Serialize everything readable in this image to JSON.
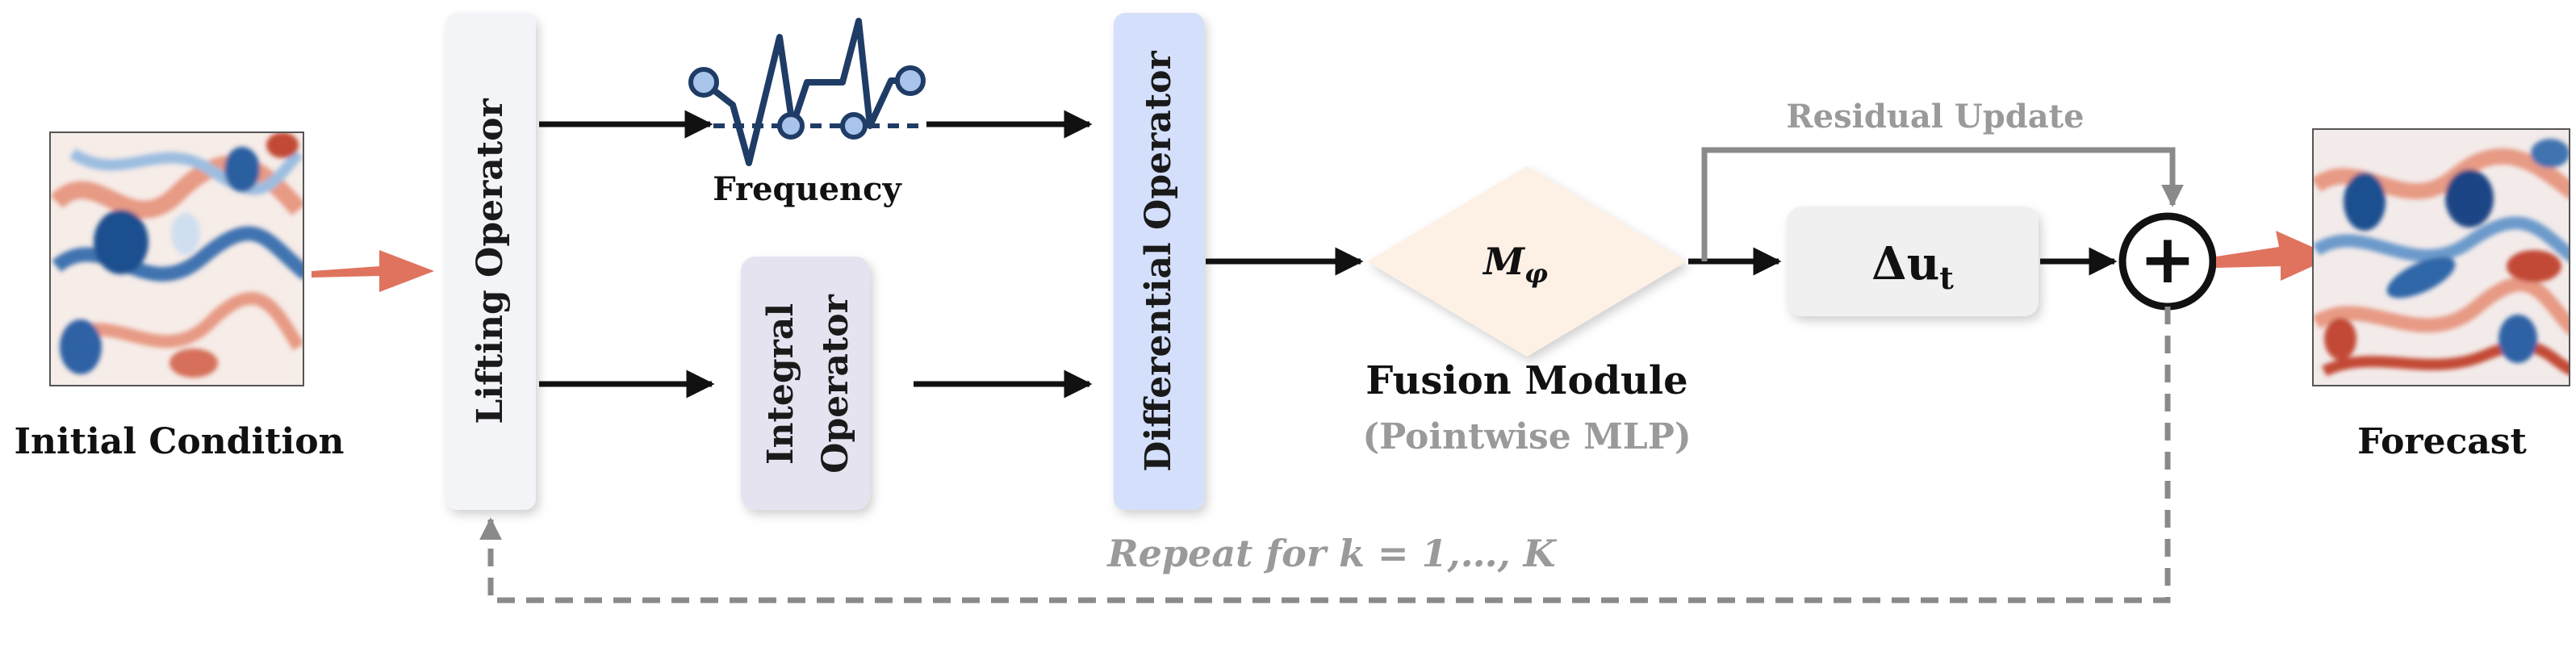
{
  "labels": {
    "initial_condition": "Initial Condition",
    "lifting_operator": "Lifting Operator",
    "frequency": "Frequency",
    "integral_operator_line1": "Integral",
    "integral_operator_line2": "Operator",
    "differential_operator": "Differential Operator",
    "fusion_symbol": "M",
    "fusion_symbol_sub": "φ",
    "fusion_module": "Fusion Module",
    "fusion_module_sub": "(Pointwise MLP)",
    "residual_update": "Residual Update",
    "delta_u": "Δu",
    "delta_u_sub": "t",
    "sum_symbol": "+",
    "forecast": "Forecast",
    "repeat_note": "Repeat for k = 1,…, K"
  },
  "colors": {
    "lifting_fill": "#f3f4f8",
    "integral_fill": "#e6e3f1",
    "differential_fill": "#d4e0fb",
    "fusion_fill": "#fdf1e6",
    "delta_fill": "#f0f0f0",
    "arrow": "#111111",
    "grey_arrow": "#8a8a8a",
    "salmon_arrow": "#e0735e",
    "frequency_line": "#1f3c66",
    "frequency_node": "#a9c4ea"
  }
}
